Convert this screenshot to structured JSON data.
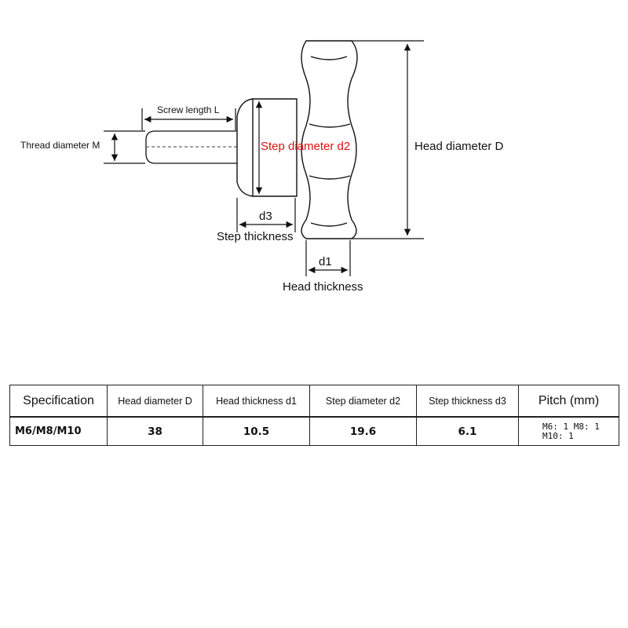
{
  "diagram": {
    "labels": {
      "screw_length": "Screw length L",
      "thread_diameter": "Thread diameter M",
      "step_diameter": "Step diameter d2",
      "head_diameter": "Head diameter D",
      "d3": "d3",
      "step_thickness": "Step thickness",
      "d1": "d1",
      "head_thickness": "Head thickness"
    },
    "colors": {
      "step_diameter_label": "#e01010",
      "line": "#111111"
    }
  },
  "table": {
    "headers": {
      "spec": "Specification",
      "head_diameter": "Head diameter D",
      "head_thickness": "Head thickness d1",
      "step_diameter": "Step diameter d2",
      "step_thickness": "Step thickness d3",
      "pitch": "Pitch (mm)"
    },
    "row": {
      "spec": "M6/M8/M10",
      "head_diameter": "38",
      "head_thickness": "10.5",
      "step_diameter": "19.6",
      "step_thickness": "6.1",
      "pitch_line1": "M6: 1 M8: 1",
      "pitch_line2": "M10: 1"
    }
  }
}
